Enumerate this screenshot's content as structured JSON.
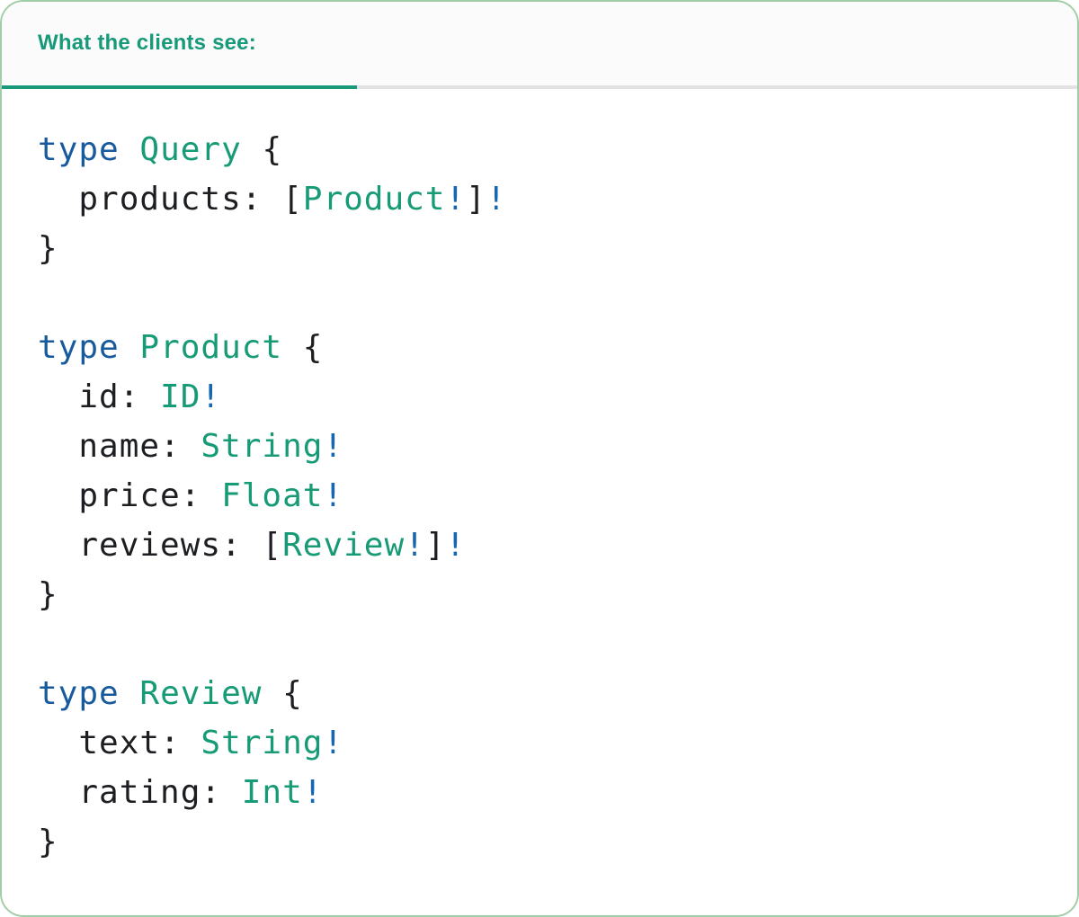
{
  "card": {
    "background": "#ffffff",
    "border_color": "#a3cda8"
  },
  "tab": {
    "label": "What the clients see:",
    "accent_color": "#17997a",
    "text_color": "#178a68",
    "track_color": "#e2e2e2",
    "background": "#fbfbfb"
  },
  "colors": {
    "keyword": "#175a9d",
    "type": "#169b76",
    "plain": "#1c1e21",
    "bang": "#1666b0"
  },
  "code": {
    "language": "graphql",
    "lines": [
      [
        {
          "t": "type",
          "s": "keyword"
        },
        {
          "t": " ",
          "s": "plain"
        },
        {
          "t": "Query",
          "s": "type"
        },
        {
          "t": " {",
          "s": "plain"
        }
      ],
      [
        {
          "t": "  products: [",
          "s": "plain"
        },
        {
          "t": "Product",
          "s": "type"
        },
        {
          "t": "!",
          "s": "bang"
        },
        {
          "t": "]",
          "s": "plain"
        },
        {
          "t": "!",
          "s": "bang"
        }
      ],
      [
        {
          "t": "}",
          "s": "plain"
        }
      ],
      [],
      [
        {
          "t": "type",
          "s": "keyword"
        },
        {
          "t": " ",
          "s": "plain"
        },
        {
          "t": "Product",
          "s": "type"
        },
        {
          "t": " {",
          "s": "plain"
        }
      ],
      [
        {
          "t": "  id: ",
          "s": "plain"
        },
        {
          "t": "ID",
          "s": "type"
        },
        {
          "t": "!",
          "s": "bang"
        }
      ],
      [
        {
          "t": "  name: ",
          "s": "plain"
        },
        {
          "t": "String",
          "s": "type"
        },
        {
          "t": "!",
          "s": "bang"
        }
      ],
      [
        {
          "t": "  price: ",
          "s": "plain"
        },
        {
          "t": "Float",
          "s": "type"
        },
        {
          "t": "!",
          "s": "bang"
        }
      ],
      [
        {
          "t": "  reviews: [",
          "s": "plain"
        },
        {
          "t": "Review",
          "s": "type"
        },
        {
          "t": "!",
          "s": "bang"
        },
        {
          "t": "]",
          "s": "plain"
        },
        {
          "t": "!",
          "s": "bang"
        }
      ],
      [
        {
          "t": "}",
          "s": "plain"
        }
      ],
      [],
      [
        {
          "t": "type",
          "s": "keyword"
        },
        {
          "t": " ",
          "s": "plain"
        },
        {
          "t": "Review",
          "s": "type"
        },
        {
          "t": " {",
          "s": "plain"
        }
      ],
      [
        {
          "t": "  text: ",
          "s": "plain"
        },
        {
          "t": "String",
          "s": "type"
        },
        {
          "t": "!",
          "s": "bang"
        }
      ],
      [
        {
          "t": "  rating: ",
          "s": "plain"
        },
        {
          "t": "Int",
          "s": "type"
        },
        {
          "t": "!",
          "s": "bang"
        }
      ],
      [
        {
          "t": "}",
          "s": "plain"
        }
      ]
    ]
  }
}
